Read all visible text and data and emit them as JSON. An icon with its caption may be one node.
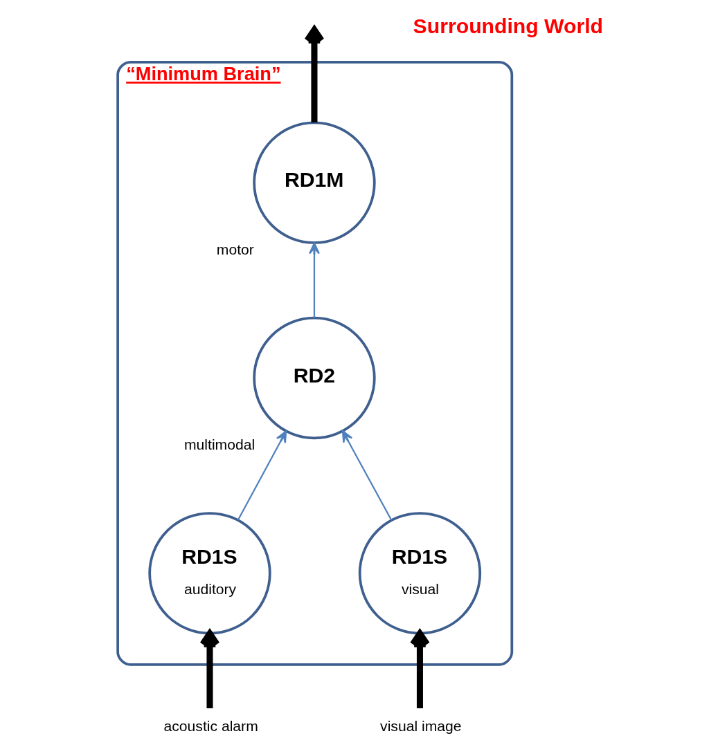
{
  "diagram": {
    "nodes": [
      {
        "text": [
          "“Minimum Brain”"
        ]
      },
      {
        "text": [
          "RD1M"
        ],
        "in": 0,
        "beside": [
          "motor"
        ]
      },
      {
        "text": [
          "RD2"
        ],
        "in": 0,
        "beside": [
          "multimodal"
        ]
      },
      {
        "text": [
          "RD1S",
          "auditory"
        ],
        "in": 0
      },
      {
        "text": [
          "RD1S",
          "visual"
        ],
        "in": 0
      },
      {
        "text": [
          "acoustic alarm"
        ]
      },
      {
        "text": [
          "visual image"
        ]
      }
    ],
    "edges": [
      {
        "from": 1,
        "to": null,
        "arrow": "to",
        "style": "thick",
        "color": "#000000"
      },
      {
        "from": 2,
        "to": 1,
        "arrow": "to",
        "color": "#4f81bd"
      },
      {
        "from": 3,
        "to": 2,
        "arrow": "to",
        "color": "#4f81bd"
      },
      {
        "from": 4,
        "to": 2,
        "arrow": "to",
        "color": "#4f81bd"
      },
      {
        "from": 5,
        "to": 3,
        "arrow": "to",
        "style": "thick",
        "color": "#000000"
      },
      {
        "from": 6,
        "to": 4,
        "arrow": "to",
        "style": "thick",
        "color": "#000000"
      }
    ],
    "labels": [
      "Surrounding World"
    ]
  }
}
